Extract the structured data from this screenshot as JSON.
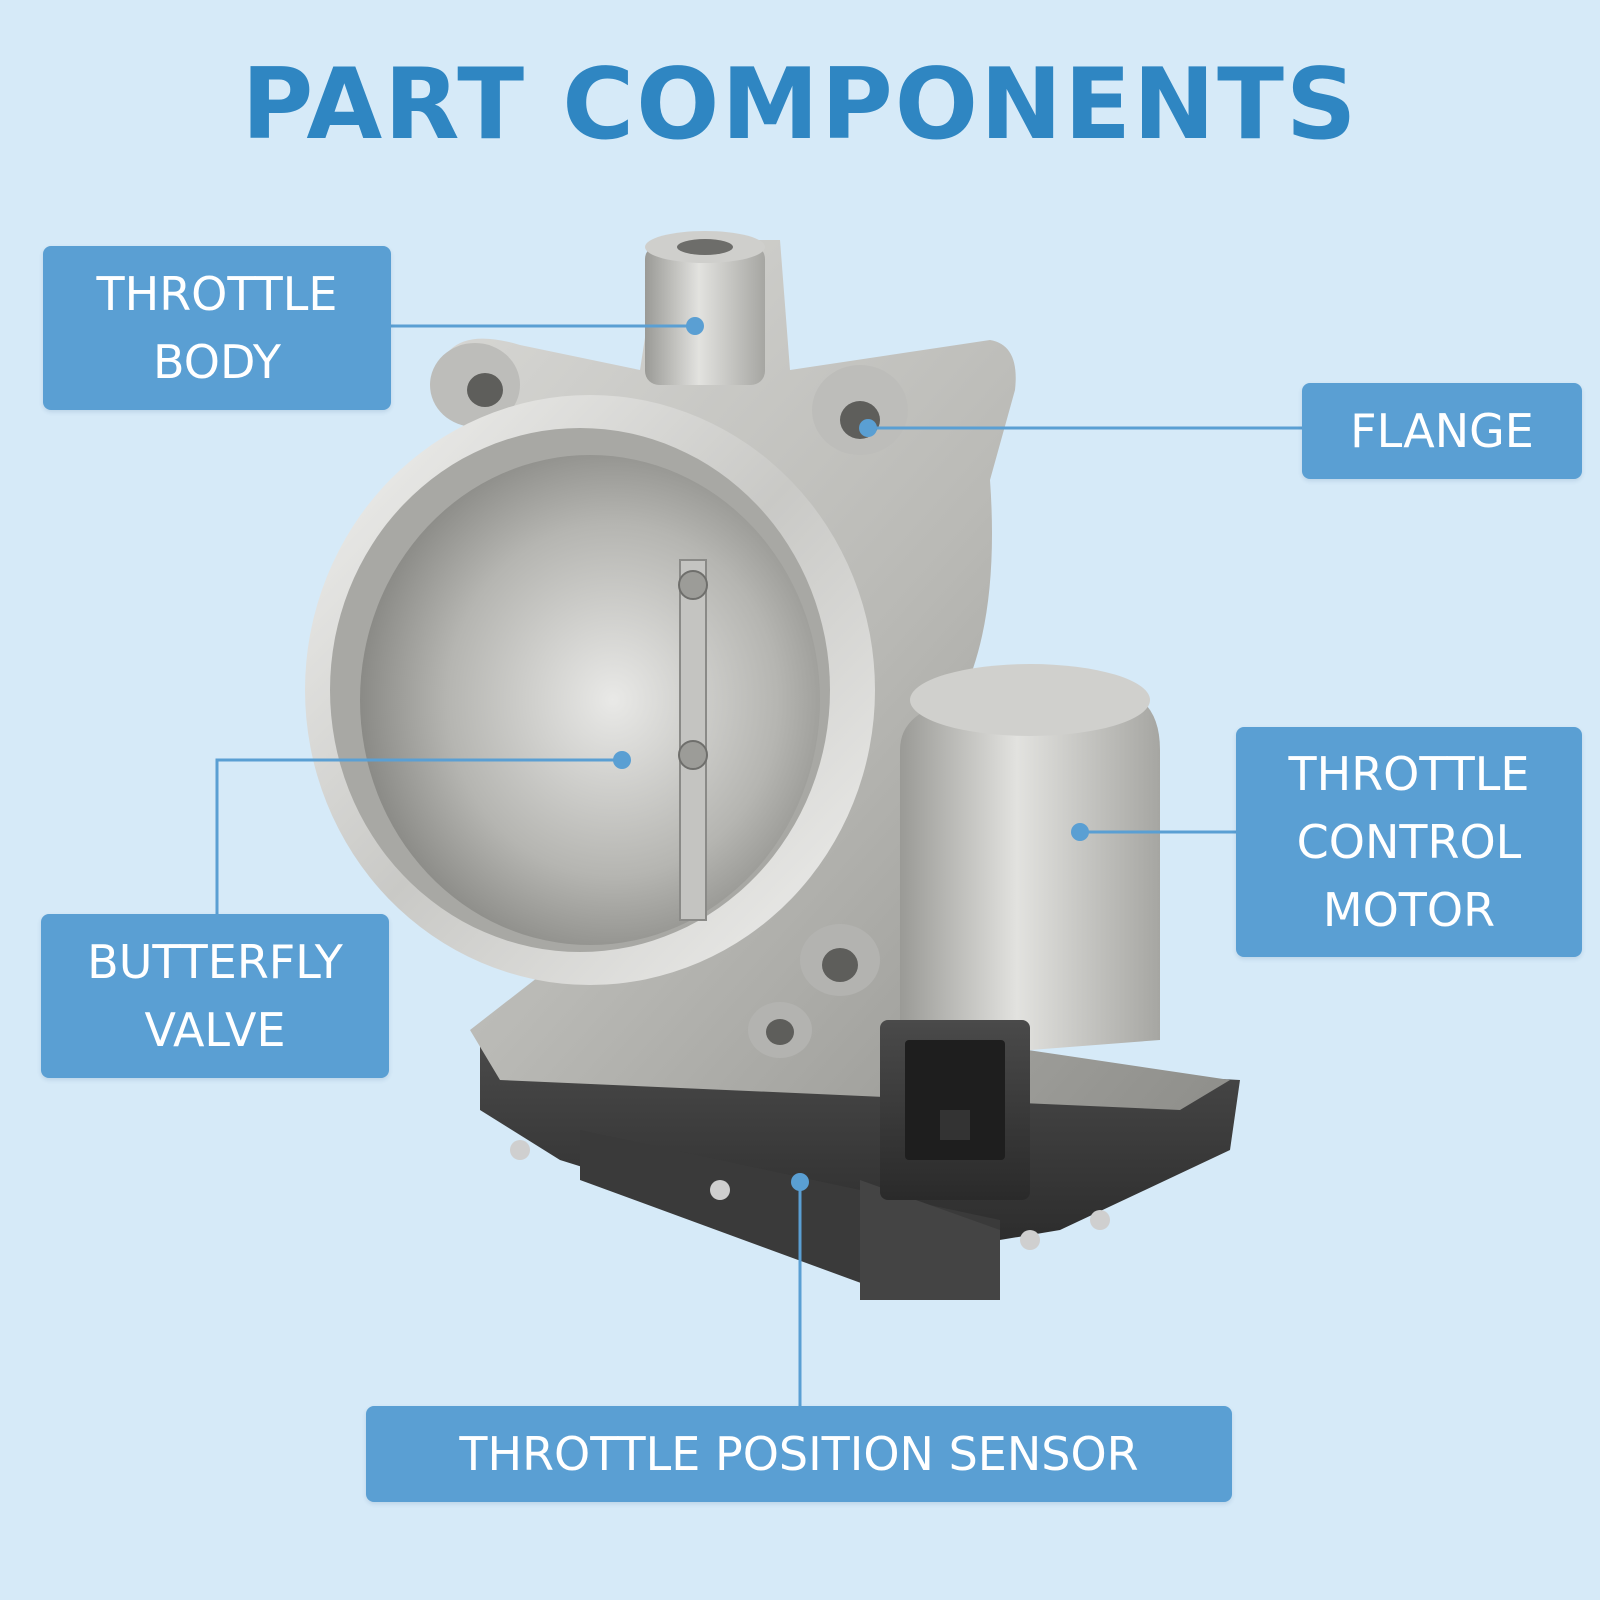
{
  "title": "PART COMPONENTS",
  "colors": {
    "background": "#d6eaf8",
    "title": "#2f86c2",
    "label_box": "#5a9fd3",
    "label_text": "#ffffff",
    "leader_line": "#5a9fd3"
  },
  "labels": {
    "throttle_body": [
      "THROTTLE",
      "BODY"
    ],
    "flange": [
      "FLANGE"
    ],
    "butterfly_valve": [
      "BUTTERFLY",
      "VALVE"
    ],
    "throttle_control_motor": [
      "THROTTLE",
      "CONTROL",
      "MOTOR"
    ],
    "throttle_position_sensor": [
      "THROTTLE POSITION SENSOR"
    ]
  }
}
